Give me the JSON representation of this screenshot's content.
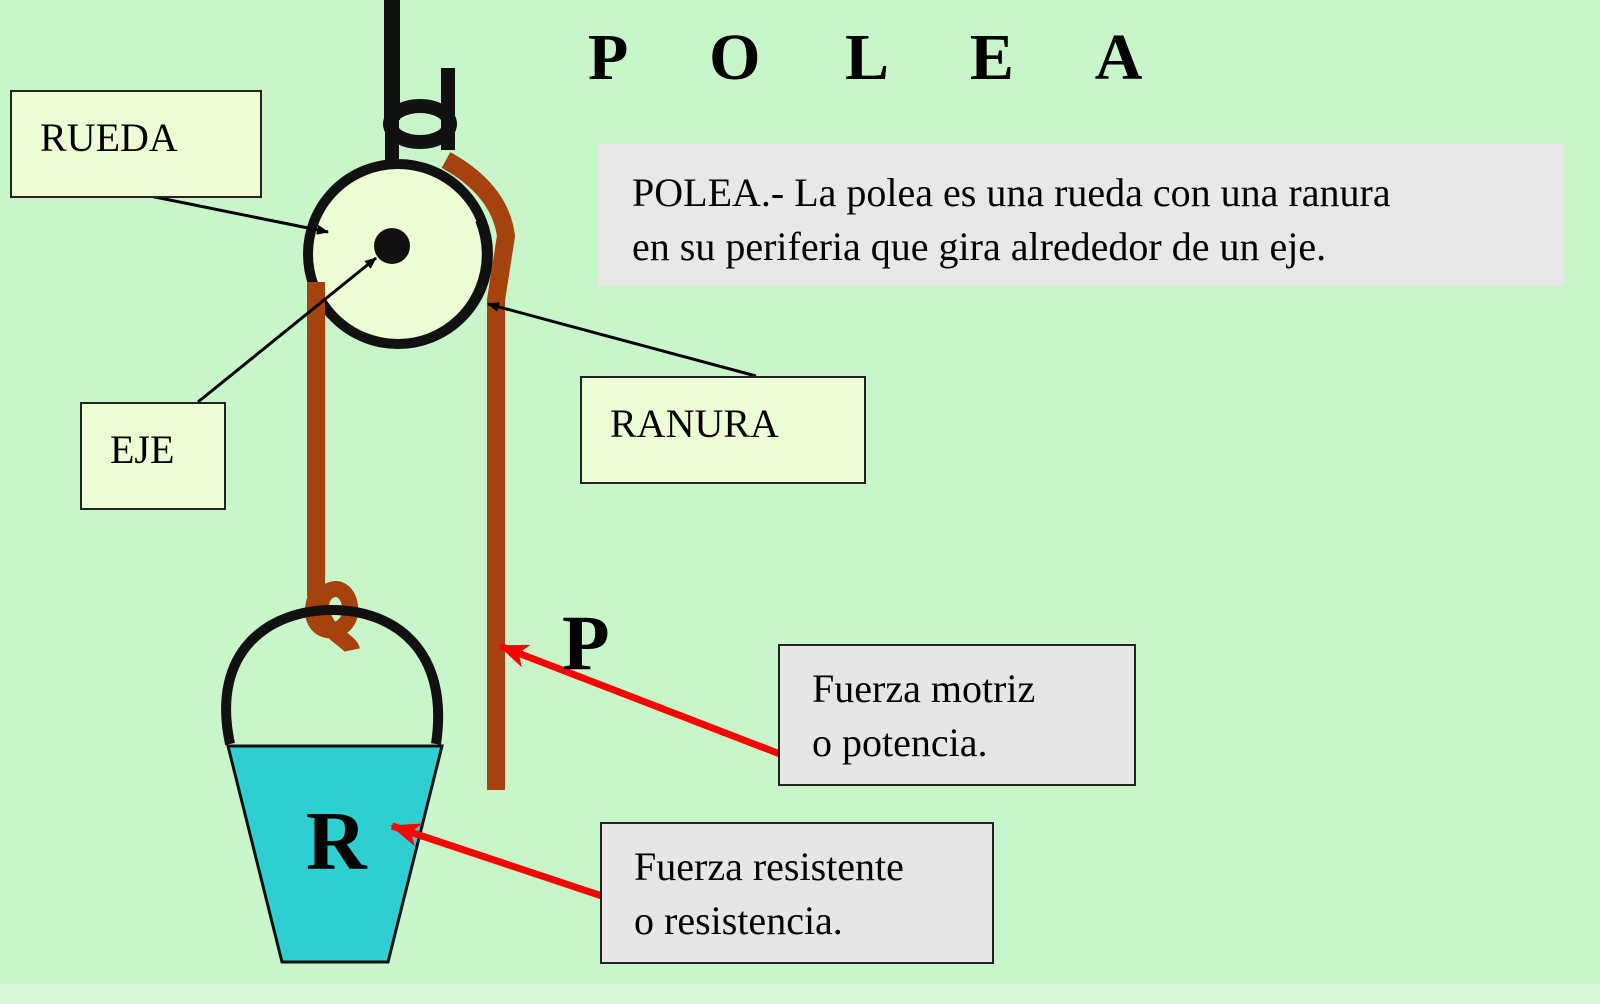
{
  "title": "P O L E A",
  "definition": {
    "line1": "POLEA.- La polea es una rueda con una ranura",
    "line2": "en su periferia  que gira alrededor de un eje."
  },
  "labels": {
    "rueda": "RUEDA",
    "eje": "EJE",
    "ranura": "RANURA"
  },
  "forces": {
    "motriz_line1": "Fuerza motriz",
    "motriz_line2": "o potencia.",
    "resistente_line1": "Fuerza resistente",
    "resistente_line2": "o resistencia."
  },
  "symbols": {
    "potencia": "P",
    "resistencia": "R"
  },
  "colors": {
    "background": "#c9f5cb",
    "rope": "#a5420e",
    "wheel": "#eefed4",
    "bucket": "#2ecfd0",
    "arrow_red": "#ff0000"
  }
}
